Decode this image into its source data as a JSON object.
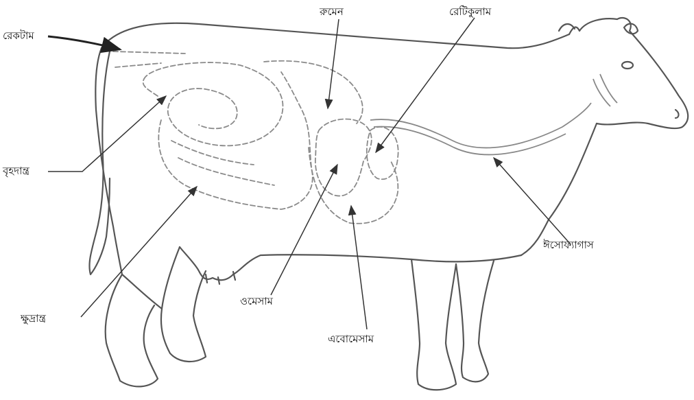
{
  "labels": {
    "rectum": "রেকটাম",
    "rumen": "রুমেন",
    "reticulum": "রেটিকুলাম",
    "large_intestine": "বৃহদান্ত্র",
    "esophagus": "ঈসোফ্যাগাস",
    "small_intestine": "ক্ষুদ্রান্ত্র",
    "omasum": "ওমেসাম",
    "abomasum": "এবোমেসাম"
  },
  "colors": {
    "outline": "#555555",
    "arrows": "#333333",
    "text": "#111111"
  }
}
